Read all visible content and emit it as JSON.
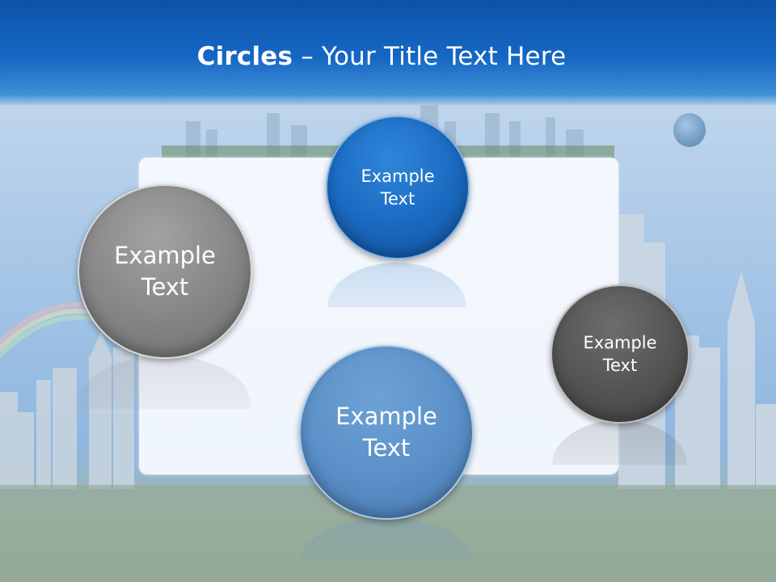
{
  "slide": {
    "title_bold": "Circles",
    "title_rest": " – Your Title Text Here"
  },
  "circles": [
    {
      "line1": "Example",
      "line2": "Text",
      "color": "#8a8a8a"
    },
    {
      "line1": "Example",
      "line2": "Text",
      "color": "#1b6bc2"
    },
    {
      "line1": "Example",
      "line2": "Text",
      "color": "#555555"
    },
    {
      "line1": "Example",
      "line2": "Text",
      "color": "#5c91c9"
    }
  ],
  "colors": {
    "header": "#1567c4",
    "panel": "#f8fbff"
  }
}
